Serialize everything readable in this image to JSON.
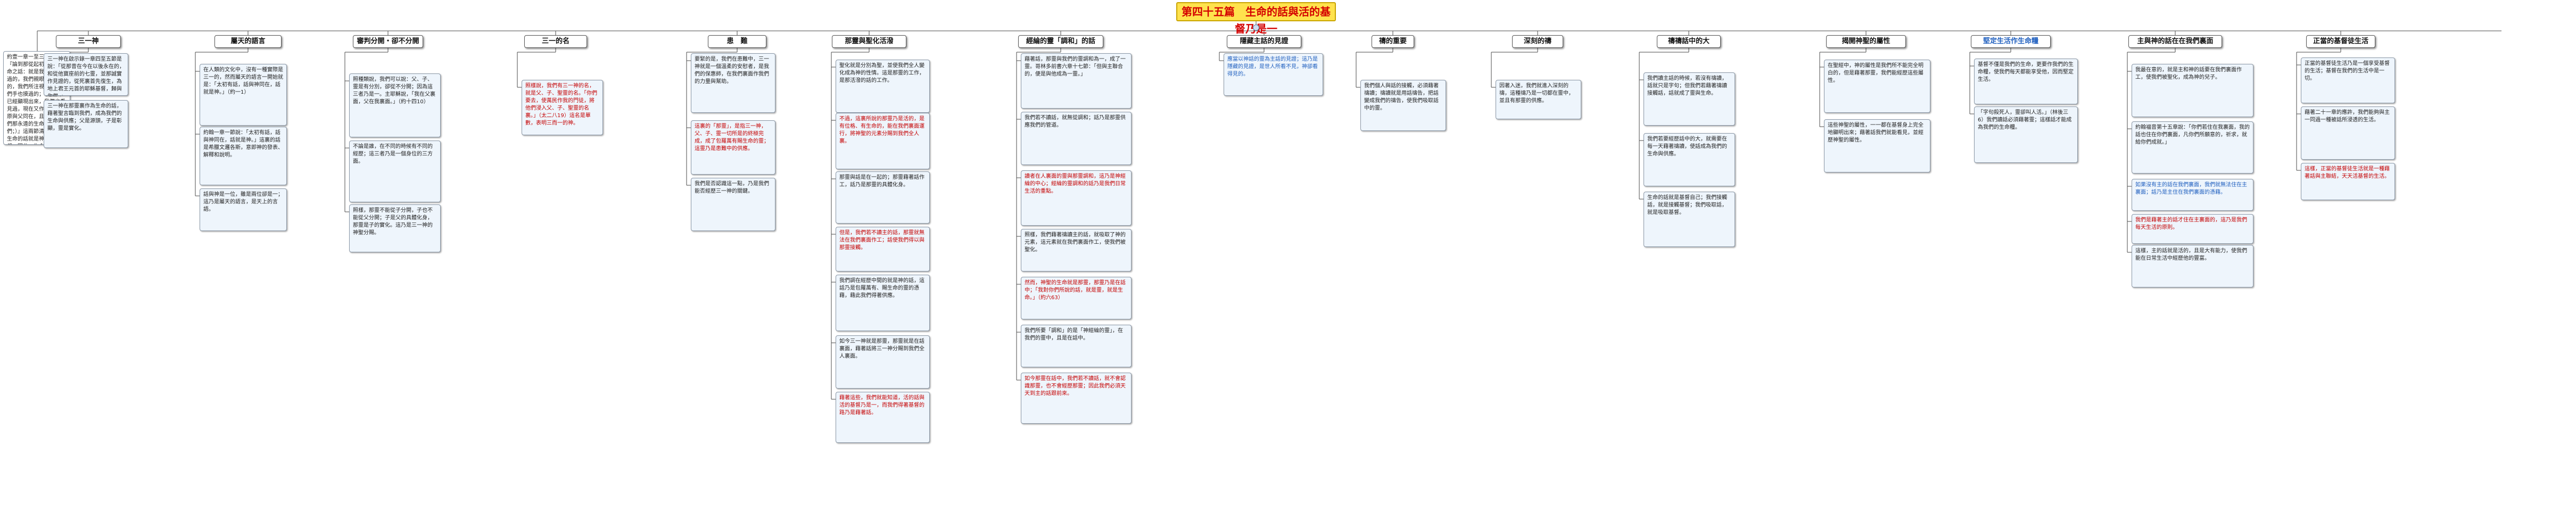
{
  "title": "第四十五篇　生命的話與活的基督乃是一",
  "lead_note": "約壹一章一至三節說，『論到那從起初原有的生命之話：就是我們所聽見過的，我們親眼所看見過的，我們所注視過的，我們手也摸過的；（這生命已經顯現出來，我們也看見過，現在又作見證，將原與父同在，且顯現與我們那永遠的生命傳給你們；）』這兩節清楚指明，生命的話就是神的兒子基督。因此，生命的話與活的基督乃是一。",
  "columns": [
    {
      "id": "c1",
      "title": "三一神",
      "tone": "black",
      "notes": [
        {
          "tone": "black",
          "text": "三一神在啟示錄一章四至五節是說：「從那昔在今在以後永在的，和從他寶座前的七靈，並那誠實作見證的，從死裏首先復生，為地上君王元首的耶穌基督，歸與你們。」"
        },
        {
          "tone": "black",
          "text": "三一神在那靈裏作為生命的話，藉著聖言臨到我們，成為我們的生命與供應；父是源頭，子是彰顯，靈是實化。"
        }
      ]
    },
    {
      "id": "c2",
      "title": "屬天的語言",
      "tone": "black",
      "notes": [
        {
          "tone": "black",
          "text": "在人類的文化中，沒有一種實際是三一的，然而屬天的語言一開始就是：「太初有話，話與神同在，話就是神。」（約一1）"
        },
        {
          "tone": "black",
          "text": "約翰一章一節說：「太初有話，話與神同在，話就是神。」這裏的話是希臘文邏各斯，意即神的發表、解釋和說明。"
        },
        {
          "tone": "black",
          "text": "話與神是一位，雖是兩位卻是一；這乃是屬天的語言，是天上的言語。"
        }
      ]
    },
    {
      "id": "c3",
      "title": "審判分開・卻不分開",
      "tone": "black",
      "notes": [
        {
          "tone": "black",
          "text": "照種類說，我們可以說：父、子、靈是有分別，卻從不分開；因為這三者乃是一。主耶穌說，「我在父裏面，父在我裏面。」（約十四10）"
        },
        {
          "tone": "black",
          "text": "不論是誰，在不同的時候有不同的經歷；這三者乃是一個身位的三方面。"
        },
        {
          "tone": "black",
          "text": "照樣，那靈不能從子分開，子也不能從父分開；子是父的具體化身，那靈是子的實化。這乃是三一神的神聖分賜。"
        }
      ]
    },
    {
      "id": "c4",
      "title": "三一的名",
      "tone": "black",
      "notes": [
        {
          "tone": "red",
          "text": "照樣說，我們有三一神的名，就是父、子、聖靈的名。「你們要去，使萬民作我的門徒，將他們浸入父、子、聖靈的名裏。」（太二八19）這名是單數，表明三而一的神。"
        }
      ]
    },
    {
      "id": "c5",
      "title": "患　難",
      "tone": "black",
      "notes": [
        {
          "tone": "black",
          "text": "要緊的是，我們在患難中，三一神就是一個溫柔的安慰者，是我們的保惠師，在我們裏面作我們的力量與幫助。"
        },
        {
          "tone": "red",
          "text": "這裏的「那靈」，是指三一神，父、子、靈一切所是的終極完成，成了包羅萬有賜生命的靈；這靈乃是患難中的供應。"
        },
        {
          "tone": "black",
          "text": "我們是否認識這一點，乃是我們能否經歷三一神的關鍵。"
        }
      ]
    },
    {
      "id": "c6",
      "title": "那靈與聖化活潑",
      "tone": "black",
      "notes": [
        {
          "tone": "black",
          "text": "聖化就是分別為聖，並使我們全人變化成為神的性情。這是那靈的工作，是那活潑的話的工作。"
        },
        {
          "tone": "red",
          "text": "不過，這裏所說的那靈乃是活的，是有位格、有生命的，能在我們裏面運行，將神聖的元素分賜到我們全人裏。"
        },
        {
          "tone": "black",
          "text": "那靈與話是在一起的；那靈藉著話作工，話乃是那靈的具體化身。"
        },
        {
          "tone": "red",
          "text": "但是，我們若不讀主的話，那靈就無法在我們裏面作工；話使我們得以與那靈接觸。"
        },
        {
          "tone": "black",
          "text": "我們調在經歷中間的就是神的話，這話乃是包羅萬有、賜生命的靈的憑藉，藉此我們得著供應。"
        },
        {
          "tone": "black",
          "text": "如今三一神就是那靈，那靈就是在話裏面，藉著話將三一神分賜到我們全人裏面。"
        },
        {
          "tone": "red",
          "text": "藉著這些，我們就能知道，活的話與活的基督乃是一，而我們得著基督的路乃是藉著話。"
        }
      ]
    },
    {
      "id": "c7",
      "title": "經綸的靈「調和」的話",
      "tone": "black",
      "notes": [
        {
          "tone": "black",
          "text": "藉著話，那靈與我們的靈調和為一，成了一靈。哥林多前書六章十七節：「但與主聯合的，便是與他成為一靈。」"
        },
        {
          "tone": "black",
          "text": "我們若不讀話，就無從調和；話乃是那靈供應我們的管道。"
        },
        {
          "tone": "red",
          "text": "讀者在人裏面的靈與那靈調和，這乃是神經綸的中心；經綸的靈調和的話乃是我們日常生活的重點。"
        },
        {
          "tone": "black",
          "text": "照樣，我們藉著禱讀主的話，就吸取了神的元素，這元素就在我們裏面作工，使我們被聖化。"
        },
        {
          "tone": "red",
          "text": "然而，神聖的生命就是那靈，那靈乃是在話中；「我對你們所說的話，就是靈，就是生命。」（約六63）"
        },
        {
          "tone": "black",
          "text": "我們所要「調和」的是「神經綸的靈」，在我們的靈中，且是在話中。"
        },
        {
          "tone": "red",
          "text": "如今那靈在話中，我們若不讀話，就不會認識那靈，也不會經歷那靈；因此我們必須天天到主的話跟前來。"
        }
      ]
    },
    {
      "id": "c8",
      "title": "隱藏主話的見證",
      "tone": "black",
      "notes": [
        {
          "tone": "blue",
          "text": "應當以神話的靈為主話的見證；這乃是隱藏的見證，是世人所看不見，神卻看得見的。"
        }
      ]
    },
    {
      "id": "c9",
      "title": "禱的重要",
      "tone": "black",
      "notes": [
        {
          "tone": "black",
          "text": "我們個人與話的接觸，必須藉著禱讀；禱讀就是用話禱告，把話變成我們的禱告，使我們吸取話中的靈。"
        }
      ]
    },
    {
      "id": "c10",
      "title": "深刻的禱",
      "tone": "black",
      "notes": [
        {
          "tone": "black",
          "text": "因著入迷，我們就進入深刻的禱，這種禱乃是一切都在靈中，並且有那靈的供應。"
        }
      ]
    },
    {
      "id": "c11",
      "title": "禱禱話中的大",
      "tone": "black",
      "notes": [
        {
          "tone": "black",
          "text": "我們讀主話的時候，若沒有禱讀，話就只是字句；但我們若藉著禱讀接觸話，話就成了靈與生命。"
        },
        {
          "tone": "black",
          "text": "我們若要經歷話中的大，就需要在每一天藉著禱讀，使話成為我們的生命與供應。"
        },
        {
          "tone": "black",
          "text": "生命的話就是基督自己；我們接觸話，就是接觸基督；我們吸取話，就是吸取基督。"
        }
      ]
    },
    {
      "id": "c12",
      "title": "揭開神聖的屬性",
      "tone": "black",
      "notes": [
        {
          "tone": "black",
          "text": "在聖經中，神的屬性是我們所不能完全明白的，但是藉著那靈，我們能經歷這些屬性。"
        },
        {
          "tone": "black",
          "text": "這些神聖的屬性，一一都在基督身上完全地顯明出來；藉著話我們就能看見，並經歷神聖的屬性。"
        }
      ]
    },
    {
      "id": "c13",
      "title": "堅定生活作生命糧",
      "tone": "blue",
      "notes": [
        {
          "tone": "black",
          "text": "基督不僅是我們的生命，更要作我們的生命糧，使我們每天都能享受他，因而堅定生活。"
        },
        {
          "tone": "black",
          "text": "「字句殺死人，靈卻叫人活。」（林後三6）我們讀話必須藉著靈；這樣話才能成為我們的生命糧。"
        }
      ]
    },
    {
      "id": "c14",
      "title": "主與神的話在在我們裏面",
      "tone": "black",
      "notes": [
        {
          "tone": "black",
          "text": "我最在意的，就是主和神的話要在我們裏面作工，使我們被聖化，成為神的兒子。"
        },
        {
          "tone": "black",
          "text": "約翰福音第十五章說：「你們若住在我裏面，我的話也住在你們裏面，凡你們所願意的，祈求，就給你們成就。」"
        },
        {
          "tone": "blue",
          "text": "如果沒有主的話在我們裏面，我們就無法住在主裏面；話乃是主住在我們裏面的憑藉。"
        },
        {
          "tone": "red",
          "text": "我們是藉著主的話才住在主裏面的，這乃是我們每天生活的原則。"
        },
        {
          "tone": "black",
          "text": "這樣，主的話就是活的，且是大有能力，使我們能在日常生活中經歷他的豐富。"
        }
      ]
    },
    {
      "id": "c15",
      "title": "正當的基督徒生活",
      "tone": "black",
      "notes": [
        {
          "tone": "black",
          "text": "正當的基督徒生活乃是一個享受基督的生活；基督在我們的生活中是一切。"
        },
        {
          "tone": "black",
          "text": "藉著二十一章的應許，我們能夠與主一同過一種被話所浸透的生活。"
        },
        {
          "tone": "red",
          "text": "這樣，正當的基督徒生活就是一種藉著話與主聯結，天天活基督的生活。"
        }
      ]
    }
  ],
  "colors": {
    "root_fill": "#ffe24d",
    "root_text": "#d40000",
    "note_fill": "#eef5fc",
    "wire": "#4a4a4a",
    "red": "#c40000",
    "blue": "#1f5fbf"
  }
}
